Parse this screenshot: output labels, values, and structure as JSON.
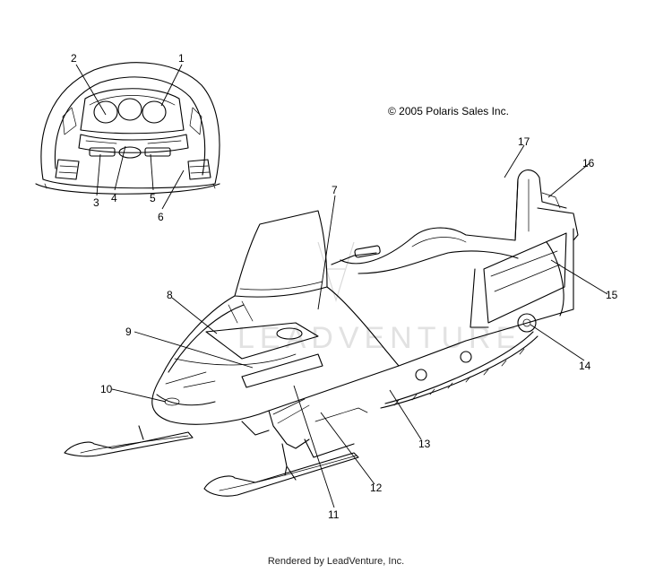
{
  "copyright": "© 2005 Polaris Sales Inc.",
  "footer": "Rendered by LeadVenture, Inc.",
  "watermark": "LEADVENTURE",
  "callouts": {
    "c1": "1",
    "c2": "2",
    "c3": "3",
    "c4": "4",
    "c5": "5",
    "c6": "6",
    "c7": "7",
    "c8": "8",
    "c9": "9",
    "c10": "10",
    "c11": "11",
    "c12": "12",
    "c13": "13",
    "c14": "14",
    "c15": "15",
    "c16": "16",
    "c17": "17"
  }
}
